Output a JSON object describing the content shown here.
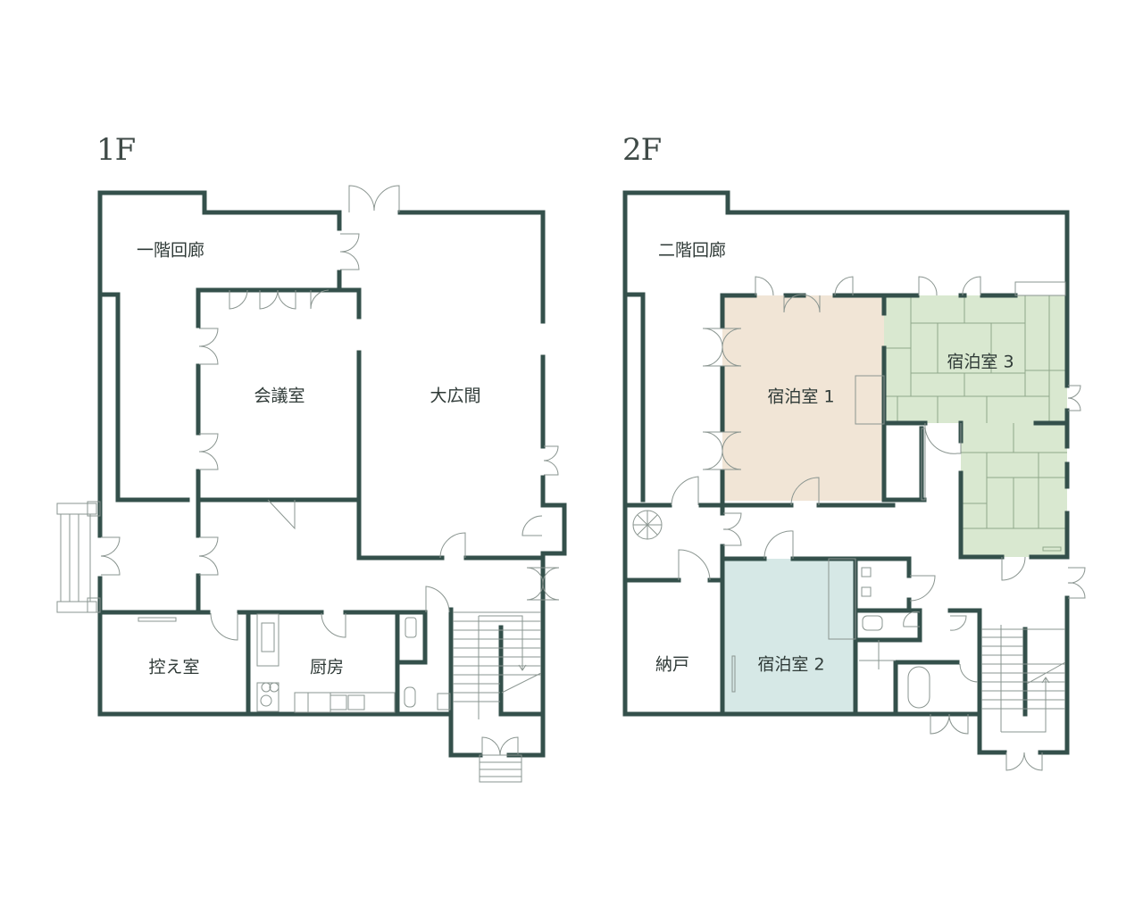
{
  "floors": [
    {
      "title": "1F",
      "rooms": [
        {
          "id": "corridor-1f",
          "label": "一階回廊"
        },
        {
          "id": "conference-room",
          "label": "会議室"
        },
        {
          "id": "great-hall",
          "label": "大広間"
        },
        {
          "id": "waiting-room",
          "label": "控え室"
        },
        {
          "id": "kitchen",
          "label": "厨房"
        }
      ]
    },
    {
      "title": "2F",
      "rooms": [
        {
          "id": "corridor-2f",
          "label": "二階回廊"
        },
        {
          "id": "guest-room-1",
          "label": "宿泊室 1",
          "fill": "#f1e5d6"
        },
        {
          "id": "guest-room-3",
          "label": "宿泊室 3",
          "fill": "#d9e8d0"
        },
        {
          "id": "guest-room-2",
          "label": "宿泊室 2",
          "fill": "#d6e8e6"
        },
        {
          "id": "storage",
          "label": "納戸"
        }
      ]
    }
  ],
  "colors": {
    "wall": "#34504b",
    "room1": "#f1e5d6",
    "room2": "#d6e8e6",
    "room3": "#d9e8d0",
    "background": "#ffffff"
  }
}
